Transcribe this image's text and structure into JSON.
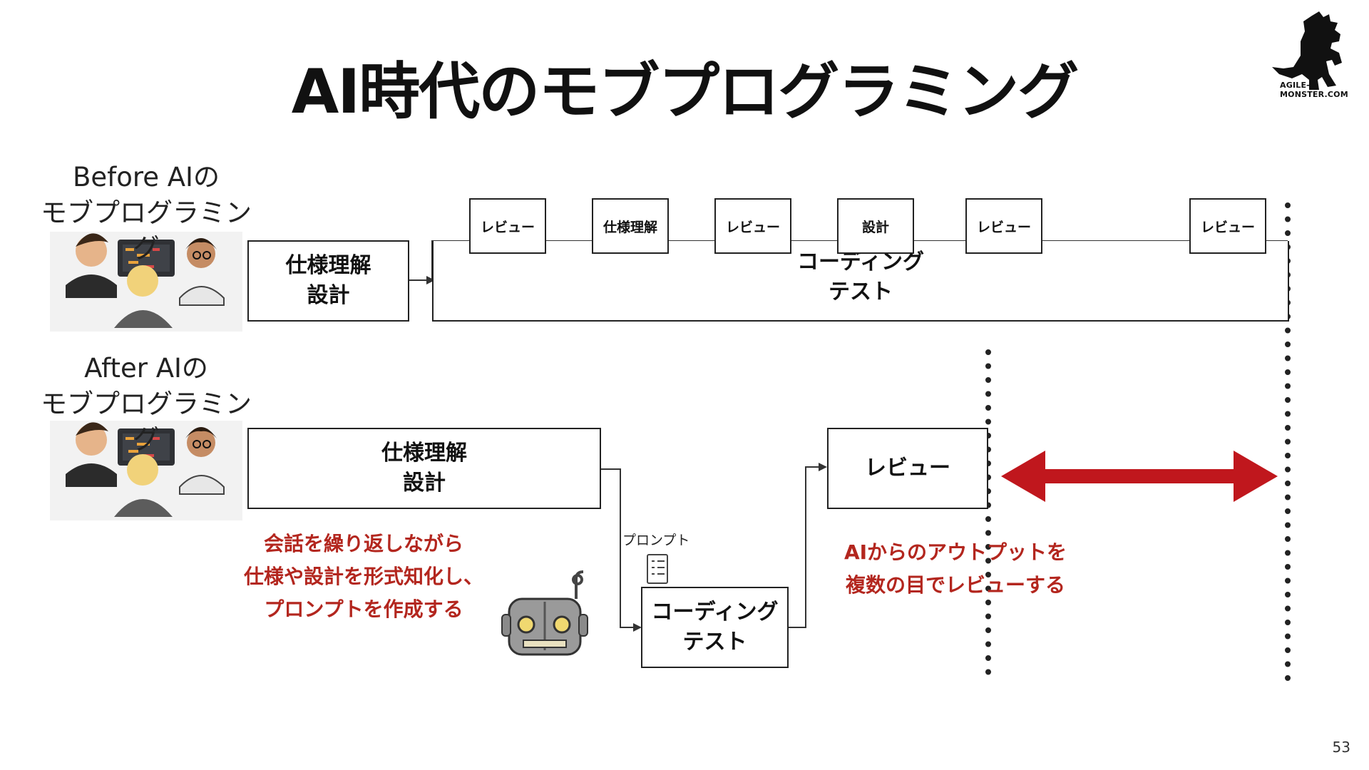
{
  "title": "AI時代のモブプログラミング",
  "logo": {
    "text": "AGILE-MONSTER.COM",
    "icon": "godzilla-silhouette-icon"
  },
  "page_number": "53",
  "before": {
    "label_line1": "Before AIの",
    "label_line2": "モブプログラミング",
    "spec_box": {
      "line1": "仕様理解",
      "line2": "設計"
    },
    "coding_box": {
      "line1": "コーディング",
      "line2": "テスト"
    },
    "steps": [
      "レビュー",
      "仕様理解",
      "レビュー",
      "設計",
      "レビュー",
      "レビュー"
    ]
  },
  "after": {
    "label_line1": "After AIの",
    "label_line2": "モブプログラミング",
    "spec_box": {
      "line1": "仕様理解",
      "line2": "設計"
    },
    "review_box": "レビュー",
    "coding_box": {
      "line1": "コーディング",
      "line2": "テスト"
    },
    "prompt_label": "プロンプト",
    "note_left": [
      "会話を繰り返しながら",
      "仕様や設計を形式知化し、",
      "プロンプトを作成する"
    ],
    "note_right": [
      "AIからのアウトプットを",
      "複数の目でレビューする"
    ]
  },
  "colors": {
    "accent_red": "#c0171d",
    "text_red": "#b3261e"
  }
}
